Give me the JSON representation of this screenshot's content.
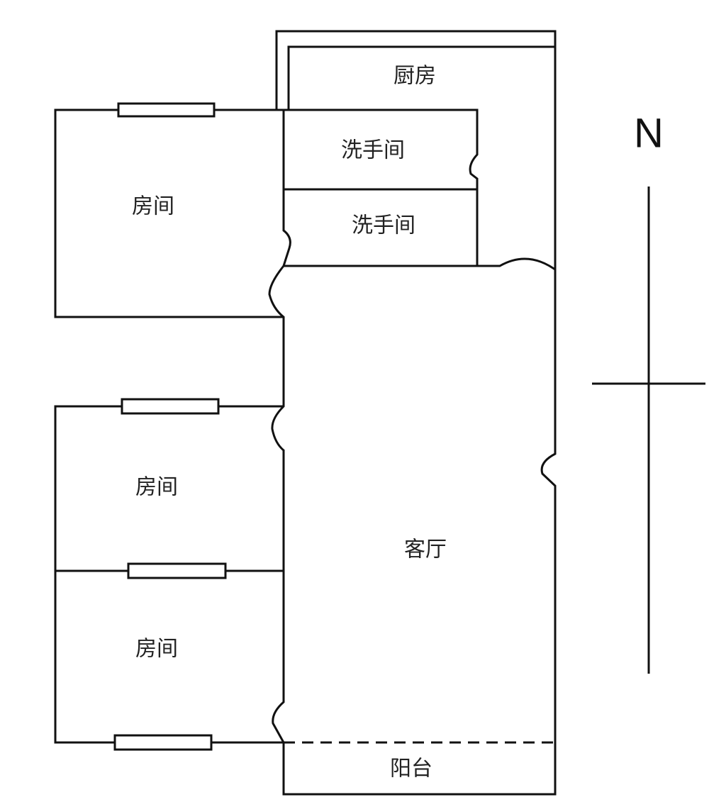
{
  "rooms": {
    "kitchen": "厨房",
    "bathroom_1": "洗手间",
    "bathroom_2": "洗手间",
    "bedroom_1": "房间",
    "bedroom_2": "房间",
    "bedroom_3": "房间",
    "living_room": "客厅",
    "balcony": "阳台"
  },
  "compass": {
    "north_label": "N"
  }
}
